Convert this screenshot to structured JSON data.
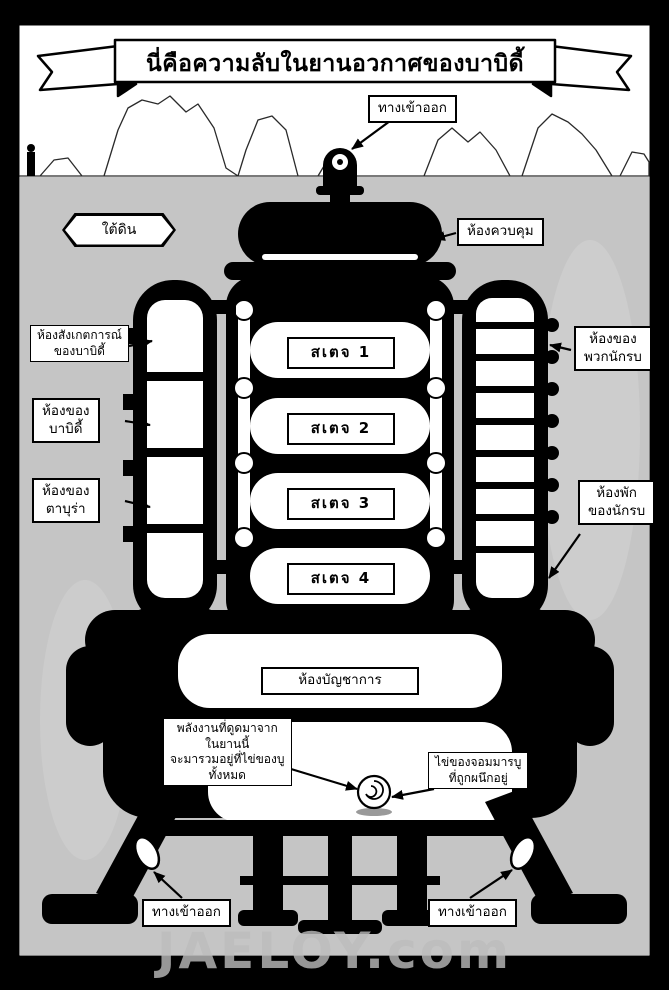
{
  "page": {
    "title": "นี่คือความลับในยานอวกาศของบาบิดี้",
    "watermark": "JAELOY.com"
  },
  "colors": {
    "ink": "#000000",
    "paper": "#ffffff",
    "underground": "#c5c5c5"
  },
  "labels": {
    "entrance_top": "ทางเข้าออก",
    "underground": "ใต้ดิน",
    "control_room": "ห้องควบคุม",
    "observation_room": "ห้องสังเกตการณ์\nของบาบิดี้",
    "babidi_room": "ห้องของ\nบาบิดี้",
    "dabura_room": "ห้องของ\nตาบุร่า",
    "warriors_room": "ห้องของ\nพวกนักรบ",
    "warriors_rest_room": "ห้องพัก\nของนักรบ",
    "stage_1": "สเตจ 1",
    "stage_2": "สเตจ 2",
    "stage_3": "สเตจ 3",
    "stage_4": "สเตจ 4",
    "command_room": "ห้องบัญชาการ",
    "energy_note": "พลังงานที่ดูดมาจาก\nในยานนี้\nจะมารวมอยู่ที่ไข่ของบู\nทั้งหมด",
    "egg_note": "ไข่ของจอมมารบู\nที่ถูกผนึกอยู่",
    "entrance_bottom_left": "ทางเข้าออก",
    "entrance_bottom_right": "ทางเข้าออก"
  }
}
